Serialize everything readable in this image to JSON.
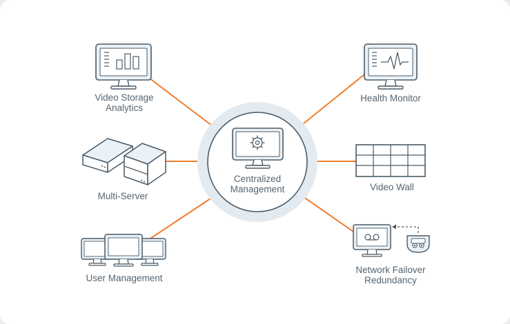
{
  "diagram": {
    "center": {
      "line1": "Centralized",
      "line2": "Management"
    },
    "nodes": {
      "video_storage": {
        "line1": "Video Storage",
        "line2": "Analytics"
      },
      "health_monitor": {
        "label": "Health Monitor"
      },
      "multi_server": {
        "label": "Multi-Server"
      },
      "video_wall": {
        "label": "Video Wall"
      },
      "user_management": {
        "label": "User Management"
      },
      "network_failover": {
        "line1": "Network Failover",
        "line2": "Redundancy"
      }
    },
    "colors": {
      "connector": "#f07c2c",
      "outline": "#4a5a66",
      "screen_fill": "#eaf2f8",
      "halo": "#e3ebf1"
    }
  }
}
